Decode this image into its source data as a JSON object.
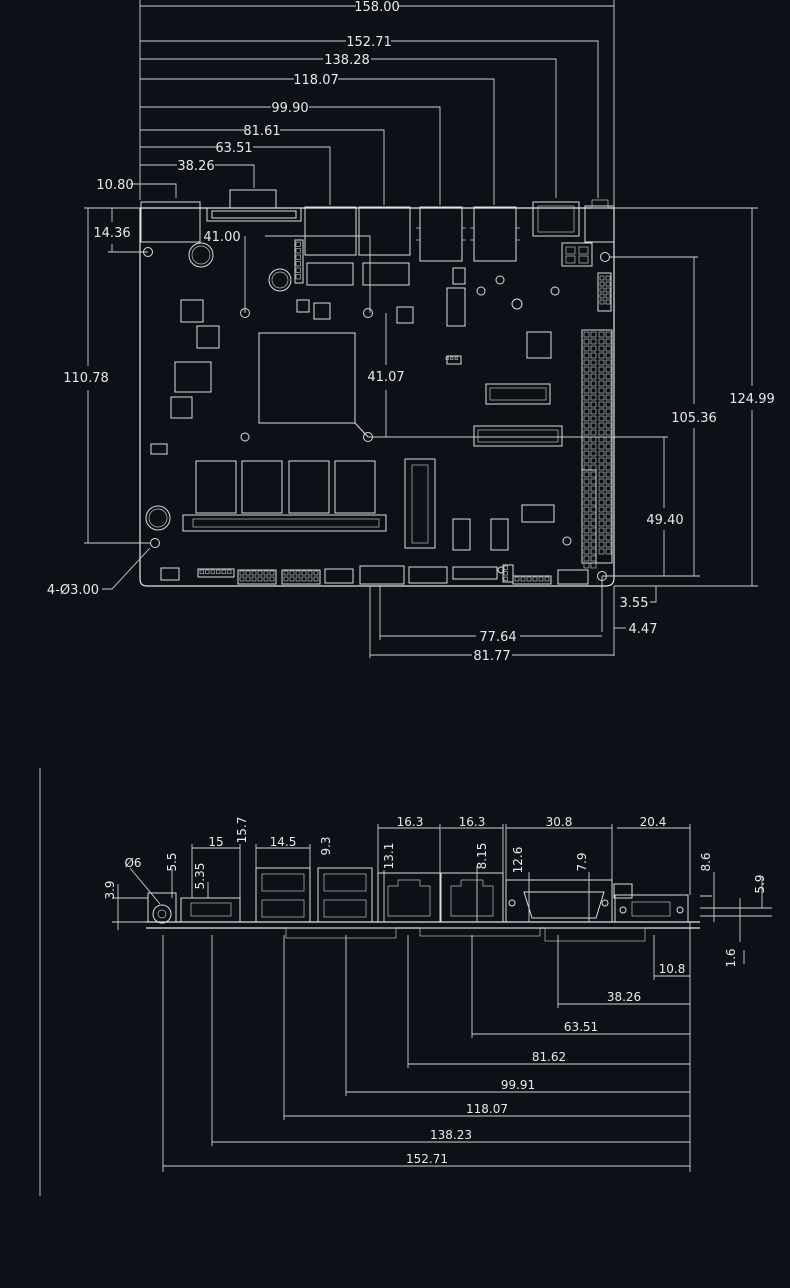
{
  "top_view": {
    "horizontal_dims": [
      "158.00",
      "152.71",
      "138.28",
      "118.07",
      "99.90",
      "81.61",
      "63.51",
      "38.26",
      "10.80"
    ],
    "left_dims": [
      "14.36",
      "110.78"
    ],
    "inner_dims": [
      "41.00",
      "41.07"
    ],
    "right_dims": [
      "124.99",
      "105.36",
      "49.40",
      "3.55",
      "4.47"
    ],
    "bottom_dims": [
      "77.64",
      "81.77"
    ],
    "hole_callout": "4-Ø3.00"
  },
  "side_view": {
    "top_dims": [
      "16.3",
      "16.3",
      "30.8",
      "20.4",
      "15",
      "14.5",
      "15.7",
      "9.3"
    ],
    "vertical_dims": [
      "Ø6",
      "5.5",
      "5.35",
      "3.9",
      "13.1",
      "8.15",
      "12.6",
      "7.9",
      "8.6",
      "5.9",
      "1.6"
    ],
    "bottom_dims": [
      "10.8",
      "38.26",
      "63.51",
      "81.62",
      "99.91",
      "118.07",
      "138.23",
      "152.71"
    ]
  },
  "colors": {
    "background": "#0d1117",
    "line": "#d8d8d8"
  }
}
